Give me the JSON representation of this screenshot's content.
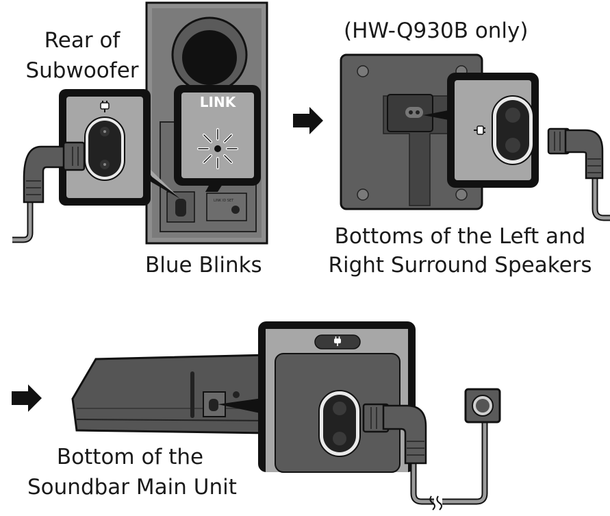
{
  "labels": {
    "rear_of_subwoofer": [
      "Rear of",
      "Subwoofer"
    ],
    "link": "LINK",
    "blue_blinks": "Blue Blinks",
    "hw_q930b_only": "(HW-Q930B only)",
    "surround_bottoms": [
      "Bottoms of the Left and",
      "Right Surround Speakers"
    ],
    "soundbar_bottom": [
      "Bottom of the",
      "Soundbar Main Unit"
    ]
  },
  "icons": {
    "power": "power-plug-icon",
    "arrow": "right-arrow-icon",
    "link_blink": "blinking-led-icon",
    "break": "cable-break-icon"
  },
  "colors": {
    "device_dark": "#3d3d3d",
    "device_mid": "#5a5a5a",
    "device_light": "#8c8c8c",
    "panel_bg": "#a7a7a7",
    "frame_black": "#111111",
    "cable_gray": "#9b9b9b",
    "plug_body": "#5b5b5b"
  }
}
